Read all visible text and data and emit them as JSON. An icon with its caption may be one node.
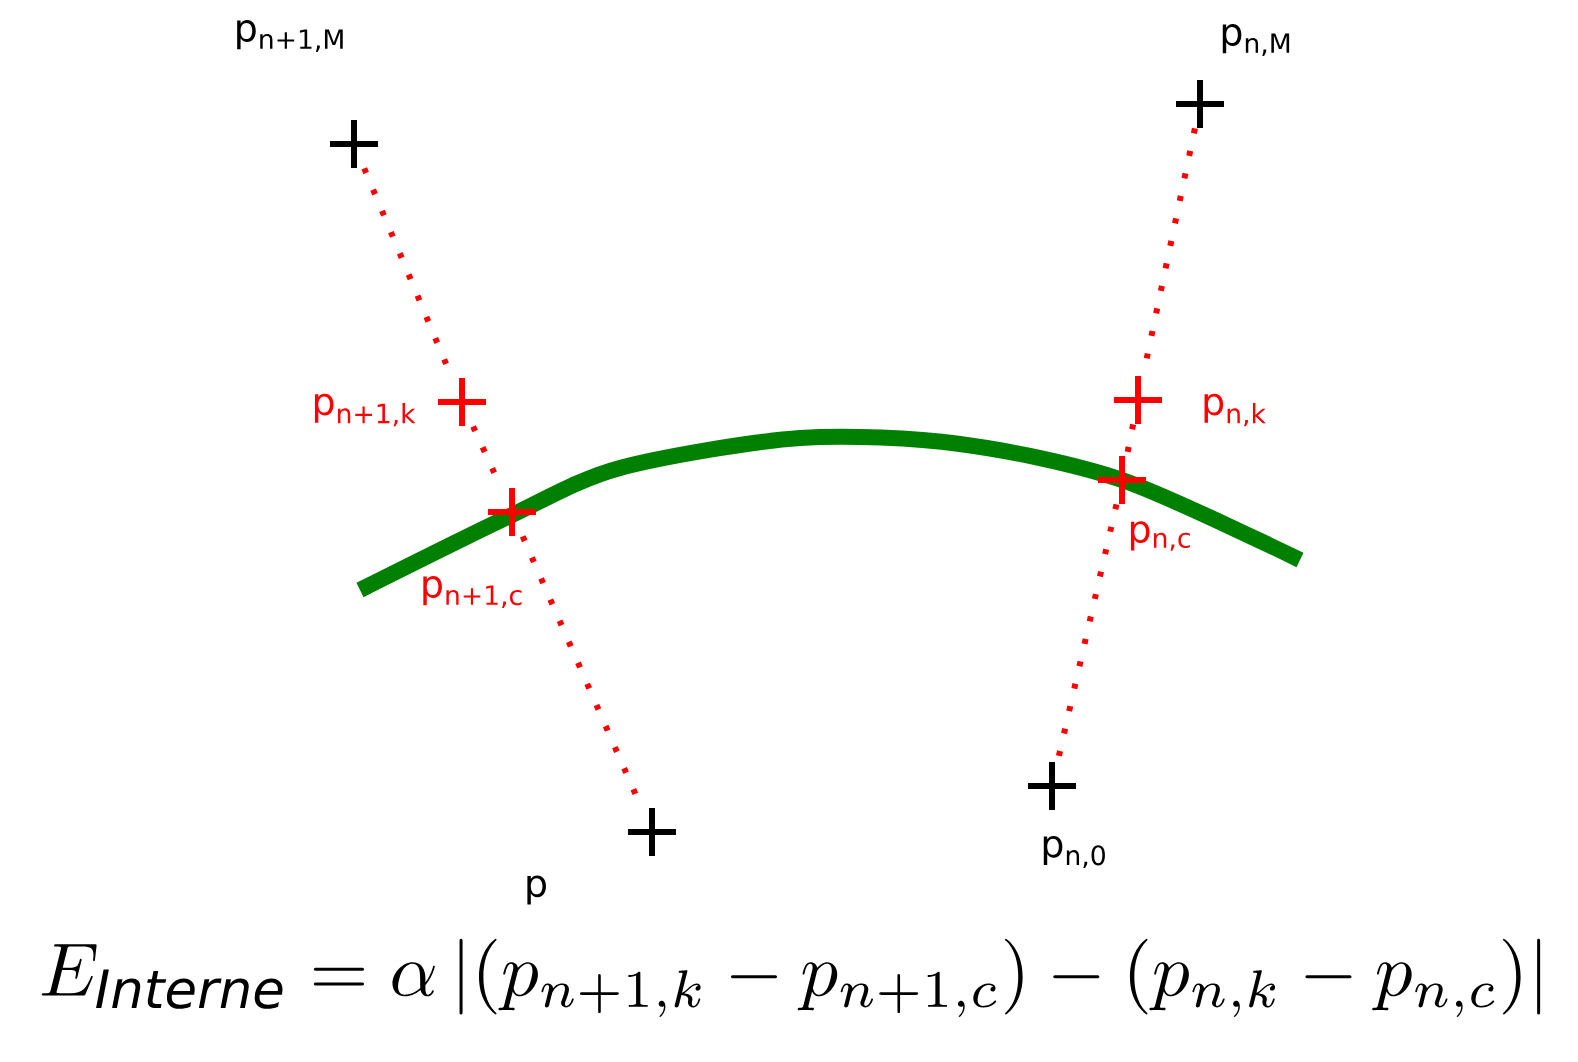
{
  "diagram": {
    "nodes": [
      {
        "text": [
          "p$_{n+1,M}$"
        ]
      },
      {
        "text": [
          "p$_{n+1,k}$"
        ]
      },
      {
        "text": [
          "p$_{n+1,c}$"
        ]
      },
      {
        "text": [
          "p"
        ]
      },
      {
        "text": [
          "p$_{n,M}$"
        ]
      },
      {
        "text": [
          "p$_{n,k}$"
        ]
      },
      {
        "text": [
          "p$_{n,c}$"
        ]
      },
      {
        "text": [
          "p$_{n,0}$"
        ]
      }
    ],
    "edges": [
      {
        "from": 0,
        "to": 1,
        "arrow": "none"
      },
      {
        "from": 1,
        "to": 2,
        "arrow": "none"
      },
      {
        "from": 2,
        "to": 3,
        "arrow": "none"
      },
      {
        "from": 4,
        "to": 5,
        "arrow": "none"
      },
      {
        "from": 5,
        "to": 6,
        "arrow": "none"
      },
      {
        "from": 6,
        "to": 7,
        "arrow": "none"
      }
    ],
    "labels": [
      "E_{\\mathit{Interne}}=\\alpha\\left|\\left(p_{n+1,k}-p_{n+1,c}\\right)-\\left(p_{n,k}-p_{n,c}\\right)\\right|"
    ]
  }
}
